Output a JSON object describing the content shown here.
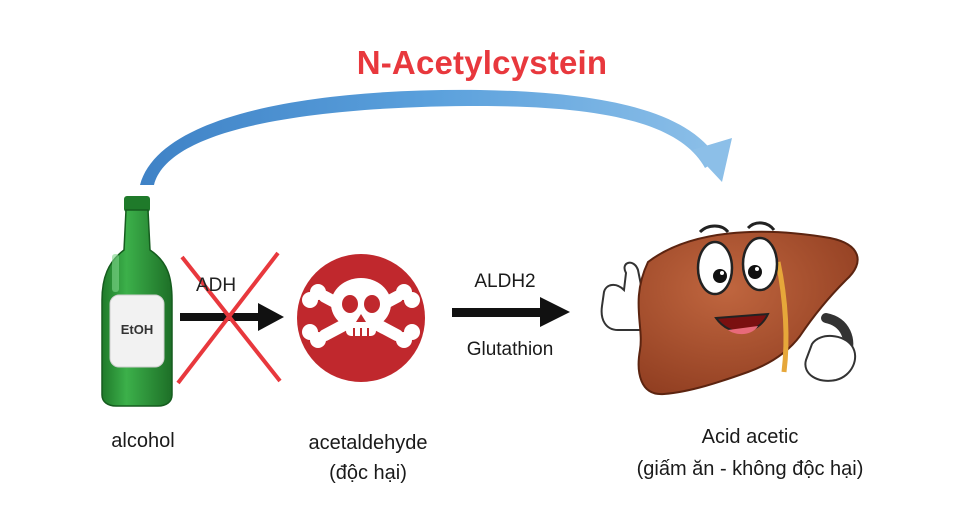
{
  "title": "N-Acetylcystein",
  "bottle": {
    "label": "EtOH"
  },
  "steps": {
    "blocked_enzyme": "ADH",
    "enzyme": "ALDH2",
    "cofactor": "Glutathion"
  },
  "labels": {
    "alcohol": "alcohol",
    "acetaldehyde": "acetaldehyde",
    "acetaldehyde_note": "(độc hại)",
    "acid": "Acid acetic",
    "acid_note": "(giấm ăn - không độc hại)"
  },
  "colors": {
    "title": "#e8383d",
    "arrow_curve": "#4a8fcc",
    "bottle": "#2f9a3a",
    "skull_disc": "#c0282d",
    "cross": "#e8383d",
    "liver": "#a54a2a"
  },
  "icons": [
    "curved-arrow-icon",
    "bottle-icon",
    "skull-crossbones-icon",
    "cross-mark-icon",
    "liver-mascot-icon"
  ]
}
